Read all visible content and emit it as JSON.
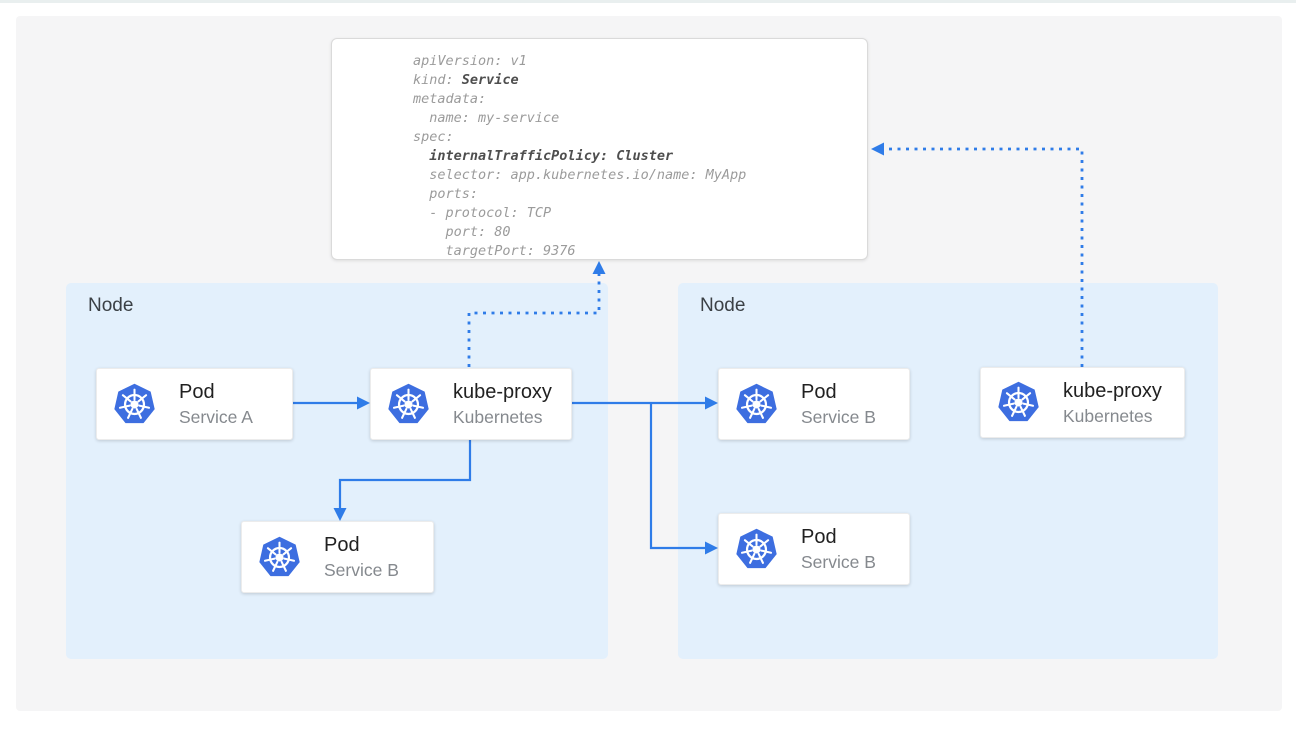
{
  "colors": {
    "panel_bg": "#f5f5f6",
    "node_bg": "#e3f0fc",
    "arrow_blue": "#2f7ce8",
    "k8s_blue": "#3d6ee0"
  },
  "yaml_card": {
    "lines": [
      {
        "segments": [
          {
            "text": "apiVersion: v1",
            "bold": false
          }
        ]
      },
      {
        "segments": [
          {
            "text": "kind: ",
            "bold": false
          },
          {
            "text": "Service",
            "bold": true
          }
        ]
      },
      {
        "segments": [
          {
            "text": "metadata:",
            "bold": false
          }
        ]
      },
      {
        "segments": [
          {
            "text": "  name: my-service",
            "bold": false
          }
        ]
      },
      {
        "segments": [
          {
            "text": "spec:",
            "bold": false
          }
        ]
      },
      {
        "segments": [
          {
            "text": "  ",
            "bold": false
          },
          {
            "text": "internalTrafficPolicy: Cluster",
            "bold": true
          }
        ]
      },
      {
        "segments": [
          {
            "text": "  selector: app.kubernetes.io/name: MyApp",
            "bold": false
          }
        ]
      },
      {
        "segments": [
          {
            "text": "  ports:",
            "bold": false
          }
        ]
      },
      {
        "segments": [
          {
            "text": "  - protocol: TCP",
            "bold": false
          }
        ]
      },
      {
        "segments": [
          {
            "text": "    port: 80",
            "bold": false
          }
        ]
      },
      {
        "segments": [
          {
            "text": "    targetPort: 9376",
            "bold": false
          }
        ]
      }
    ]
  },
  "nodes": [
    {
      "label": "Node"
    },
    {
      "label": "Node"
    }
  ],
  "cards": [
    {
      "title": "Pod",
      "subtitle": "Service A",
      "icon": "kubernetes-logo"
    },
    {
      "title": "kube-proxy",
      "subtitle": "Kubernetes",
      "icon": "kubernetes-logo"
    },
    {
      "title": "Pod",
      "subtitle": "Service B",
      "icon": "kubernetes-logo"
    },
    {
      "title": "Pod",
      "subtitle": "Service B",
      "icon": "kubernetes-logo"
    },
    {
      "title": "Pod",
      "subtitle": "Service B",
      "icon": "kubernetes-logo"
    },
    {
      "title": "kube-proxy",
      "subtitle": "Kubernetes",
      "icon": "kubernetes-logo"
    }
  ]
}
